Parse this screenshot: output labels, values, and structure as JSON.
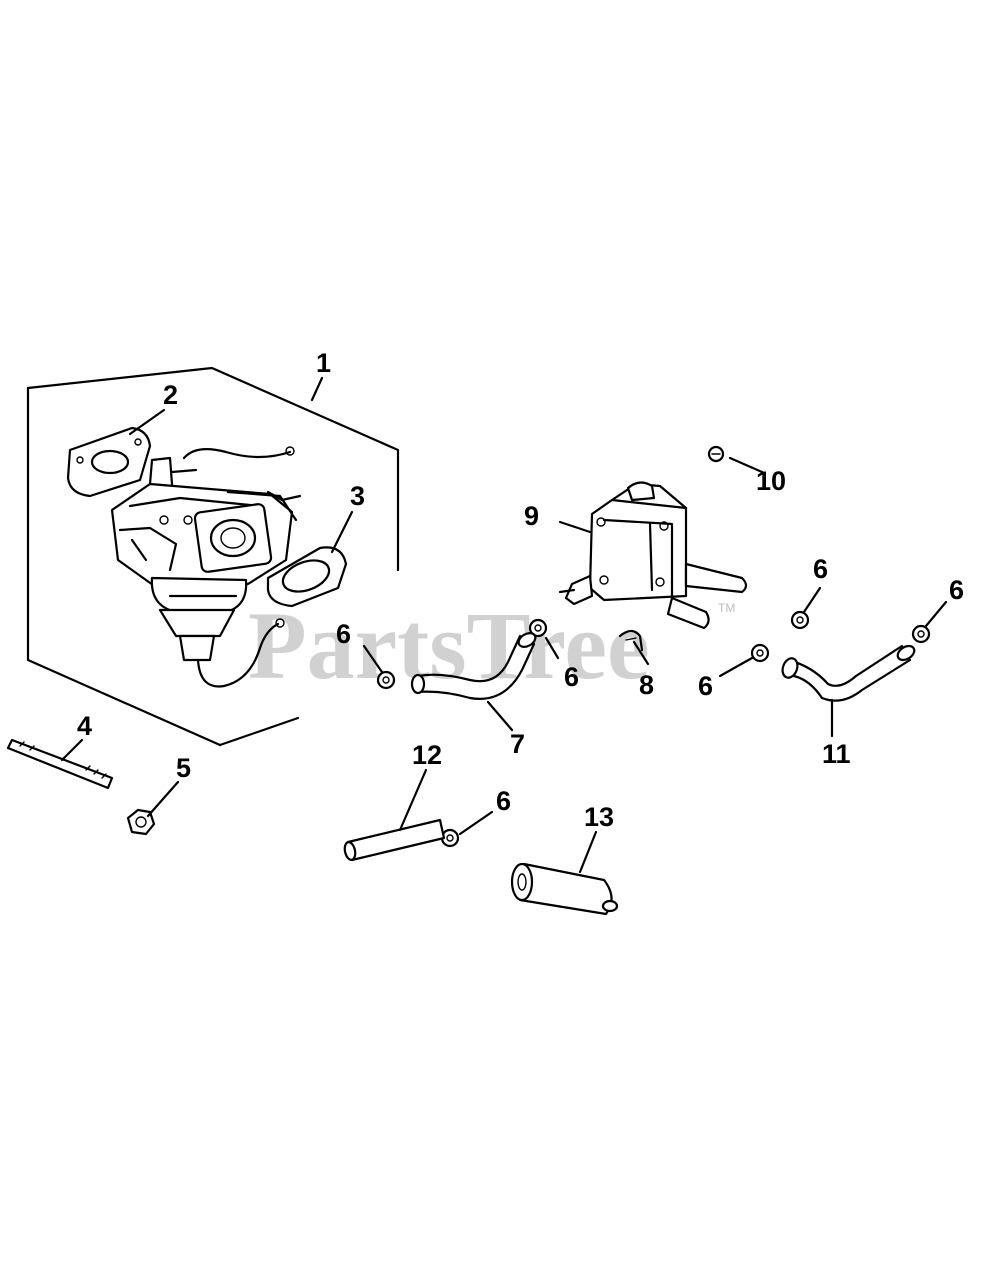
{
  "watermark": {
    "text": "PartsTree",
    "trademark": "TM"
  },
  "callouts": {
    "c1": "1",
    "c2": "2",
    "c3": "3",
    "c4": "4",
    "c5": "5",
    "c6a": "6",
    "c6b": "6",
    "c6c": "6",
    "c6d": "6",
    "c6e": "6",
    "c6f": "6",
    "c7": "7",
    "c8": "8",
    "c9": "9",
    "c10": "10",
    "c11": "11",
    "c12": "12",
    "c13": "13"
  }
}
